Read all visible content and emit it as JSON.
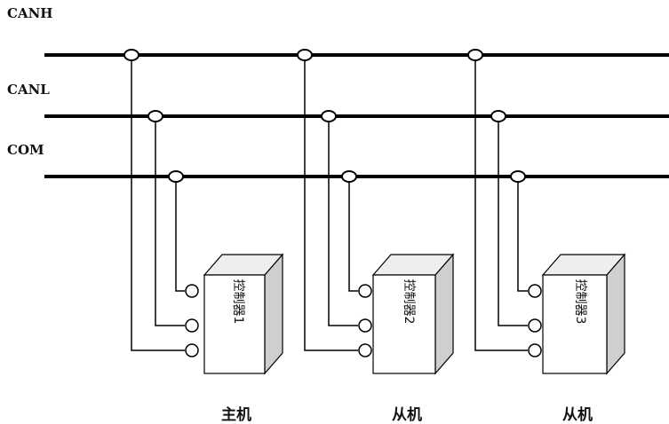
{
  "buses": [
    {
      "id": "canh",
      "label": "CANH"
    },
    {
      "id": "canl",
      "label": "CANL"
    },
    {
      "id": "com",
      "label": "COM"
    }
  ],
  "devices": [
    {
      "label": "控制器1",
      "role": "主机"
    },
    {
      "label": "控制器2",
      "role": "从机"
    },
    {
      "label": "控制器3",
      "role": "从机"
    }
  ],
  "colors": {
    "line": "#000000",
    "box_front": "#ffffff",
    "box_side": "#cfcfcf",
    "box_top": "#eeeeee"
  }
}
